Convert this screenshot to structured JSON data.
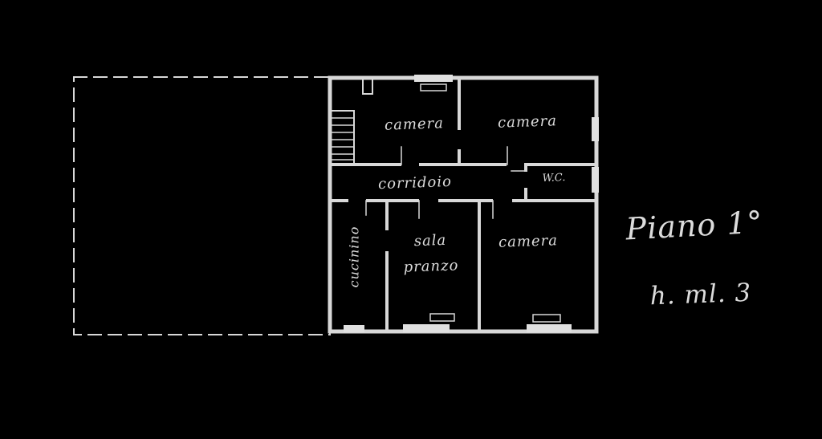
{
  "canvas": {
    "background_color": "#000000",
    "line_color": "#d8d8d8",
    "text_color": "#dcdcdc"
  },
  "rooms": [
    {
      "id": "camera-top-left",
      "label": "camera"
    },
    {
      "id": "camera-top-right",
      "label": "camera"
    },
    {
      "id": "corridoio",
      "label": "corridoio"
    },
    {
      "id": "wc",
      "label": "W.C."
    },
    {
      "id": "cucinino",
      "label": "cucinino"
    },
    {
      "id": "sala-line1",
      "label": "sala"
    },
    {
      "id": "sala-line2",
      "label": "pranzo"
    },
    {
      "id": "camera-bottom",
      "label": "camera"
    }
  ],
  "annotations": {
    "floor_label": "Piano 1°",
    "height_label": "h. ml. 3"
  }
}
